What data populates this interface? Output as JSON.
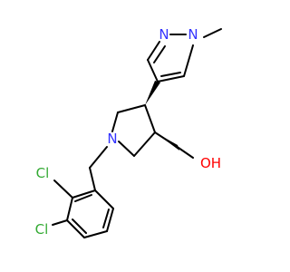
{
  "molecule": {
    "atoms": {
      "n_pyrazole_left": "N",
      "n_pyrazole_right": "N",
      "n_pyrrolidine": "N",
      "hydroxyl": "OH",
      "chlorine_upper": "Cl",
      "chlorine_lower": "Cl"
    },
    "colors": {
      "nitrogen": "#3333ff",
      "oxygen": "#ff0000",
      "chlorine": "#33aa33",
      "bond": "#000000"
    }
  }
}
